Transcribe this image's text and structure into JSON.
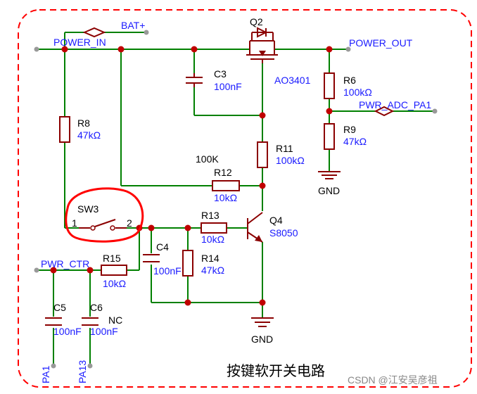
{
  "caption": "按键软开关电路",
  "watermark": "CSDN @江安吴彦祖",
  "nets": {
    "bat": "BAT+",
    "power_in": "POWER_IN",
    "power_out": "POWER_OUT",
    "pwr_adc": "PWR_ADC_PA1",
    "pwr_ctr": "PWR_CTR",
    "pa1": "PA1",
    "pa13": "PA13",
    "gnd1": "GND",
    "gnd2": "GND"
  },
  "components": {
    "q2": {
      "ref": "Q2",
      "part": "AO3401"
    },
    "c3": {
      "ref": "C3",
      "value": "100nF"
    },
    "r6": {
      "ref": "R6",
      "value": "100kΩ"
    },
    "r9": {
      "ref": "R9",
      "value": "47kΩ"
    },
    "r8": {
      "ref": "R8",
      "value": "47kΩ"
    },
    "r11": {
      "ref": "R11",
      "value": "100kΩ"
    },
    "r12": {
      "ref": "R12",
      "value": "10kΩ",
      "note": "100K"
    },
    "sw3": {
      "ref": "SW3",
      "pin1": "1",
      "pin2": "2"
    },
    "r13": {
      "ref": "R13",
      "value": "10kΩ"
    },
    "q4": {
      "ref": "Q4",
      "part": "S8050"
    },
    "c4": {
      "ref": "C4",
      "value": "100nF"
    },
    "r14": {
      "ref": "R14",
      "value": "47kΩ"
    },
    "r15": {
      "ref": "R15",
      "value": "10kΩ"
    },
    "c5": {
      "ref": "C5",
      "value": "100nF"
    },
    "c6": {
      "ref": "C6",
      "value": "100nF",
      "note": "NC"
    }
  },
  "colors": {
    "border": "#ff0000",
    "wire": "#008000",
    "component": "#8b0000",
    "junction": "#c00000",
    "label_blue": "#1a1aff",
    "highlight": "#ff0000"
  }
}
